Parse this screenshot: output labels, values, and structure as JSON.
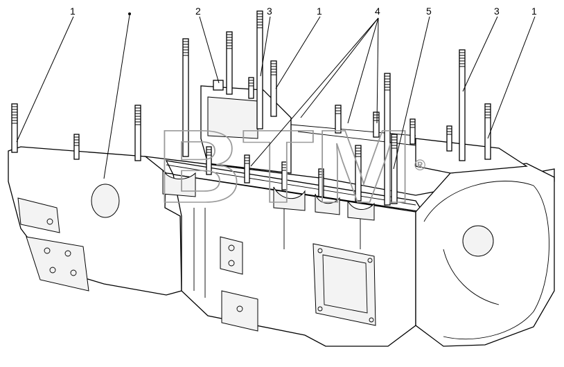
{
  "figure": {
    "callouts": [
      {
        "id": "c1",
        "label": "1"
      },
      {
        "id": "c2",
        "label": "2"
      },
      {
        "id": "c3",
        "label": "3"
      },
      {
        "id": "c4",
        "label": "1"
      },
      {
        "id": "c5",
        "label": "4"
      },
      {
        "id": "c6",
        "label": "5"
      },
      {
        "id": "c7",
        "label": "3"
      },
      {
        "id": "c8",
        "label": "1"
      }
    ]
  },
  "watermark": {
    "text": "BTM",
    "registered": "®"
  }
}
